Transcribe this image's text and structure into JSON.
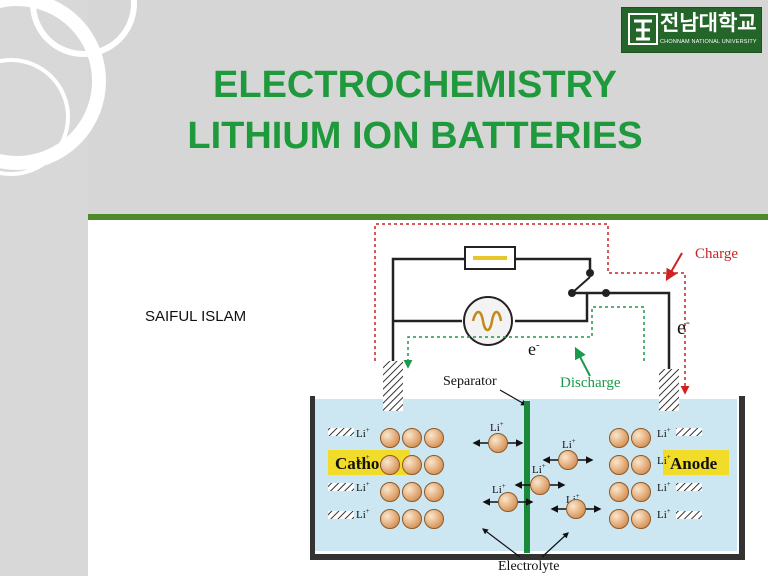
{
  "slide": {
    "title_lines": [
      "ELECTROCHEMISTRY",
      "LITHIUM ION BATTERIES"
    ],
    "author": "SAIFUL ISLAM",
    "logo": {
      "korean_name": "전남대학교",
      "english_name": "CHONNAM NATIONAL UNIVERSITY"
    },
    "colors": {
      "title": "#1e9a3c",
      "accent_rule": "#4e8a2a",
      "header_bg": "#d6d6d6",
      "logo_bg": "#24652a"
    }
  },
  "diagram": {
    "labels": {
      "charge": "Charge",
      "discharge": "Discharge",
      "separator": "Separator",
      "electrolyte": "Electrolyte",
      "cathode": "Cathode",
      "anode": "Anode",
      "electron": "e",
      "electron_sup": "-",
      "li": "Li",
      "li_sup": "+"
    },
    "colors": {
      "charge_path": "#cc2222",
      "discharge_path": "#1a9a4a",
      "separator": "#1a8a3a",
      "electrolyte": "#cde7f2",
      "electrode_label_bg": "#f2dc2a",
      "ion": "#e4b07a",
      "wire": "#222222"
    },
    "icons": [
      "resistor-icon",
      "light-bulb-icon",
      "switch-icon"
    ]
  }
}
